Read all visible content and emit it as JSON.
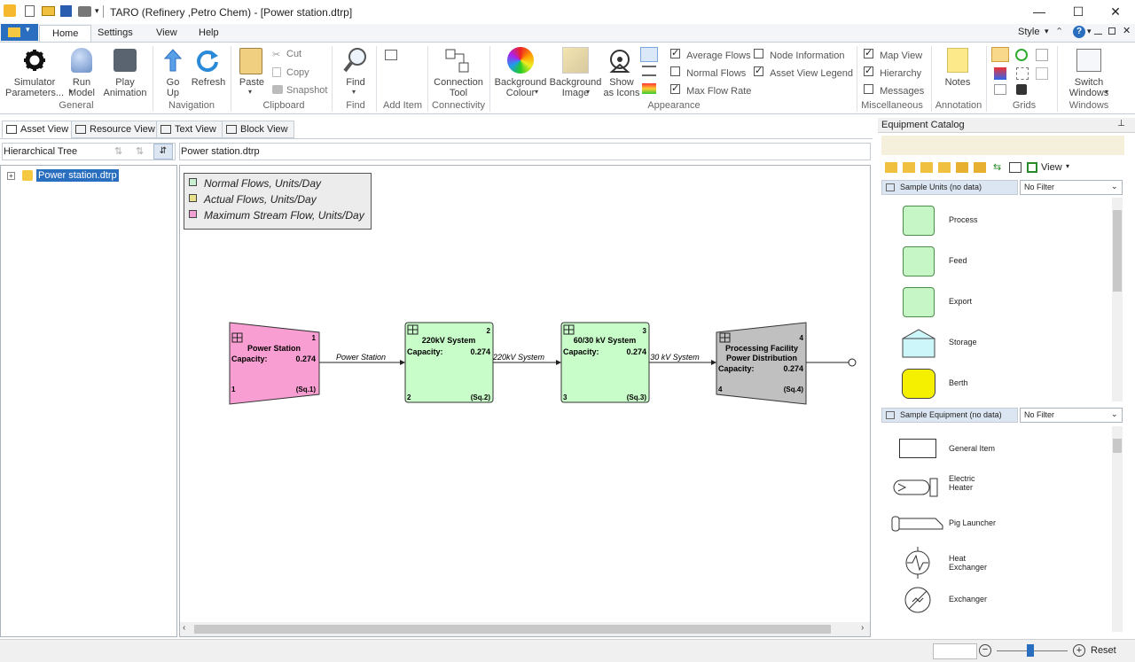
{
  "window": {
    "title": "TARO (Refinery ,Petro Chem) - [Power station.dtrp]",
    "minimize": "—",
    "maximize": "☐",
    "close": "✕"
  },
  "ribbon_tabs": [
    "Home",
    "Settings",
    "View",
    "Help"
  ],
  "style_menu": {
    "label": "Style",
    "help": "?"
  },
  "ribbon": {
    "general": {
      "group": "General",
      "sim_params": "Simulator\nParameters...",
      "run_model": "Run\nModel",
      "play_anim": "Play\nAnimation"
    },
    "navigation": {
      "group": "Navigation",
      "go_up": "Go\nUp",
      "refresh": "Refresh"
    },
    "clipboard": {
      "group": "Clipboard",
      "paste": "Paste",
      "cut": "Cut",
      "copy": "Copy",
      "snapshot": "Snapshot"
    },
    "find": {
      "group": "Find",
      "find": "Find"
    },
    "add_item": {
      "group": "Add Item"
    },
    "connectivity": {
      "group": "Connectivity",
      "connection_tool": "Connection\nTool"
    },
    "appearance": {
      "group": "Appearance",
      "bg_colour": "Background\nColour",
      "bg_image": "Background\nImage",
      "show_icons": "Show\nas Icons",
      "avg_flows": "Average Flows",
      "normal_flows": "Normal Flows",
      "max_flow_rate": "Max Flow Rate",
      "node_info": "Node Information",
      "asset_legend": "Asset View Legend"
    },
    "misc": {
      "group": "Miscellaneous",
      "map_view": "Map View",
      "hierarchy": "Hierarchy",
      "messages": "Messages"
    },
    "annotation": {
      "group": "Annotation",
      "notes": "Notes"
    },
    "grids": {
      "group": "Grids"
    },
    "windows": {
      "group": "Windows",
      "switch_windows": "Switch\nWindows"
    }
  },
  "checkboxes": {
    "avg_flows": true,
    "normal_flows": false,
    "max_flow_rate": true,
    "node_info": false,
    "asset_legend": true,
    "map_view": true,
    "hierarchy": true,
    "messages": false
  },
  "view_tabs": [
    "Asset View",
    "Resource View",
    "Text View",
    "Block View"
  ],
  "left_panel": {
    "header": "Hierarchical Tree",
    "tree_root": "Power station.dtrp"
  },
  "breadcrumb": "Power station.dtrp",
  "legend": [
    {
      "label": "Normal Flows, Units/Day",
      "color": "#c8f0d0"
    },
    {
      "label": "Actual Flows, Units/Day",
      "color": "#e8e08a"
    },
    {
      "label": "Maximum Stream Flow, Units/Day",
      "color": "#f29fd6"
    }
  ],
  "diagram": {
    "capacity_label": "Capacity:",
    "nodes": [
      {
        "name": "Power Station",
        "num": "1",
        "capacity": "0.274",
        "seq": "(Sq.1)",
        "fill": "#f99ed2"
      },
      {
        "name": "220kV System",
        "num": "2",
        "capacity": "0.274",
        "seq": "(Sq.2)",
        "fill": "#c8fcc8"
      },
      {
        "name": "60/30 kV System",
        "num": "3",
        "capacity": "0.274",
        "seq": "(Sq.3)",
        "fill": "#c8fcc8"
      },
      {
        "name_line1": "Processing Facility",
        "name_line2": "Power Distribution",
        "num": "4",
        "capacity": "0.274",
        "seq": "(Sq.4)",
        "fill": "#c0c0c0"
      }
    ],
    "edges": [
      "Power Station",
      "220kV System",
      "30 kV System"
    ]
  },
  "catalog": {
    "title": "Equipment Catalog",
    "view_btn": "View",
    "units_header": "Sample Units (no data)",
    "equip_header": "Sample Equipment (no data)",
    "filter": "No Filter",
    "units": [
      "Process",
      "Feed",
      "Export",
      "Storage",
      "Berth"
    ],
    "equipment": [
      "General Item",
      "Electric\nHeater",
      "Pig Launcher",
      "Heat\nExchanger",
      "Exchanger"
    ]
  },
  "status": {
    "reset": "Reset"
  }
}
